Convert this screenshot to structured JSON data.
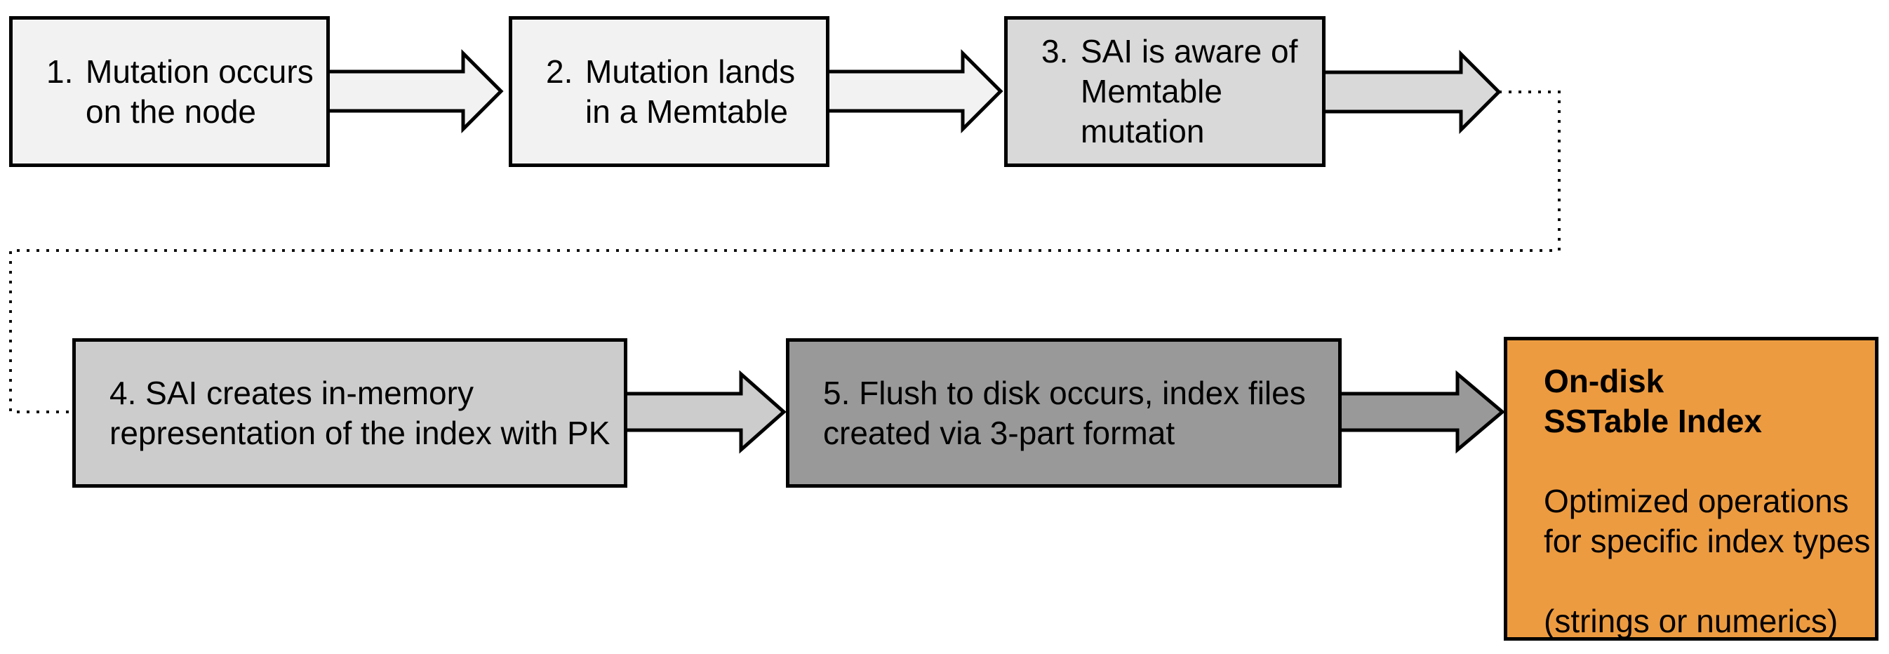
{
  "diagram": {
    "description": "SAI write path flow diagram",
    "steps": [
      {
        "num": "1.",
        "line1": "Mutation occurs",
        "line2": "on the node"
      },
      {
        "num": "2.",
        "line1": "Mutation lands",
        "line2": "in a Memtable"
      },
      {
        "num": "3.",
        "line1": "SAI is aware of",
        "line2": "Memtable",
        "line3": "mutation"
      },
      {
        "line1": "4. SAI creates in-memory",
        "line2": "representation of the index with PK"
      },
      {
        "line1": "5. Flush to disk occurs, index files",
        "line2": "created via 3-part format"
      }
    ],
    "result": {
      "title_line1": "On-disk",
      "title_line2": "SSTable Index",
      "body_line1": "Optimized operations",
      "body_line2": "for specific index types",
      "note": "(strings or numerics)"
    },
    "colors": {
      "step_light_gray": "#F2F2F2",
      "step_medium_gray": "#D9D9D9",
      "step_gray": "#CCCCCC",
      "step_dark_gray": "#999999",
      "result_orange": "#ED9B40",
      "outline_black": "#000000"
    }
  }
}
